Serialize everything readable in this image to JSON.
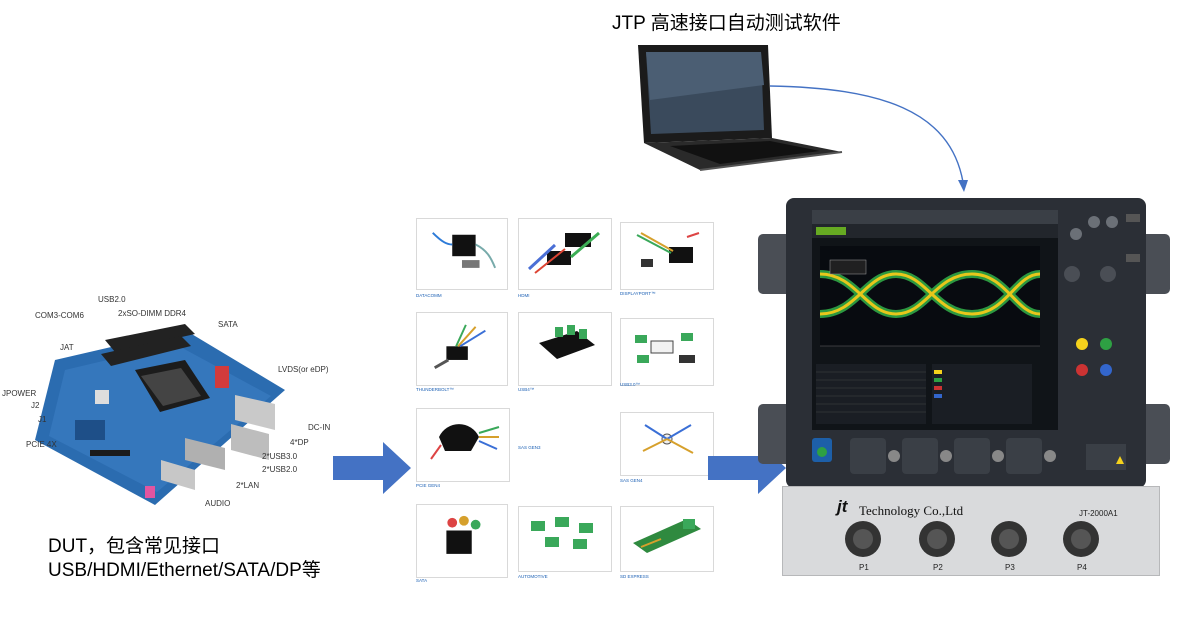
{
  "top_title": "JTP 高速接口自动测试软件",
  "dut_caption": {
    "line1": "DUT，包含常见接口",
    "line2": "USB/HDMI/Ethernet/SATA/DP等"
  },
  "motherboard_labels": {
    "usb20": "USB2.0",
    "com": "COM3-COM6",
    "sodimm": "2xSO-DIMM DDR4",
    "sata": "SATA",
    "jat": "JAT",
    "lvds": "LVDS(or eDP)",
    "jpower": "JPOWER",
    "j2": "J2",
    "j1": "J1",
    "dcin": "DC-IN",
    "dp4": "4*DP",
    "pcie": "PCIE 4X",
    "usb30": "2*USB3.0",
    "usb20x2": "2*USB2.0",
    "lan": "2*LAN",
    "audio": "AUDIO"
  },
  "fixtures": [
    {
      "label": "DATACOMM"
    },
    {
      "label": "HDMI"
    },
    {
      "label": "DISPLAYPORT™"
    },
    {
      "label": "THUNDERBOLT™"
    },
    {
      "label": "USB4™"
    },
    {
      "label": "USB3.0™"
    },
    {
      "label": "PCIE GEN4"
    },
    {
      "label": "SAS GEN3"
    },
    {
      "label": "SAS GEN4"
    },
    {
      "label": "SATA"
    },
    {
      "label": "AUTOMOTIVE"
    },
    {
      "label": "SD EXPRESS"
    }
  ],
  "rack": {
    "brand": "Technology Co.,Ltd",
    "model": "JT-2000A1",
    "ports": [
      "P1",
      "P2",
      "P3",
      "P4"
    ]
  },
  "colors": {
    "arrow": "#4472c4",
    "board": "#2b6cb0",
    "scope_body": "#2b2f36",
    "eye_yellow": "#f5d21c",
    "eye_green": "#2ea043",
    "rack": "#d9dadc"
  }
}
